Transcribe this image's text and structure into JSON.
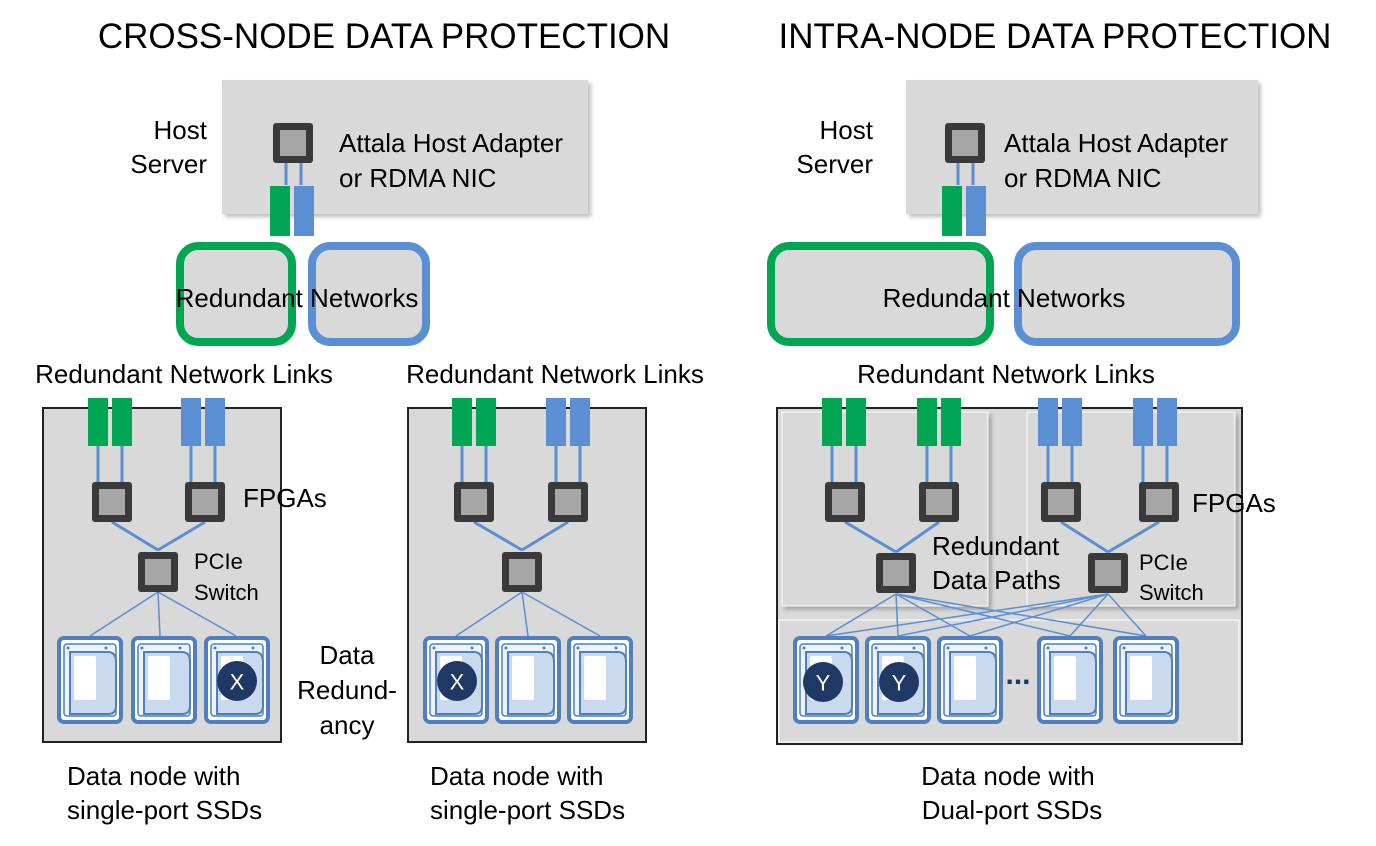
{
  "left": {
    "title": "CROSS-NODE DATA PROTECTION",
    "host_line1": "Host",
    "host_line2": "Server",
    "adapter_line1": "Attala Host Adapter",
    "adapter_line2": "or RDMA NIC",
    "networks": "Redundant Networks",
    "links_a": "Redundant Network Links",
    "links_b": "Redundant Network Links",
    "fpgas": "FPGAs",
    "pcie_line1": "PCIe",
    "pcie_line2": "Switch",
    "redundancy_line1": "Data",
    "redundancy_line2": "Redund-",
    "redundancy_line3": "ancy",
    "node_a_line1": "Data node with",
    "node_a_line2": "single-port SSDs",
    "node_b_line1": "Data node with",
    "node_b_line2": "single-port SSDs",
    "failed_mark": "X"
  },
  "right": {
    "title": "INTRA-NODE DATA PROTECTION",
    "host_line1": "Host",
    "host_line2": "Server",
    "adapter_line1": "Attala Host Adapter",
    "adapter_line2": "or RDMA NIC",
    "networks": "Redundant Networks",
    "links": "Redundant Network Links",
    "fpgas": "FPGAs",
    "paths_line1": "Redundant",
    "paths_line2": "Data Paths",
    "pcie_line1": "PCIe",
    "pcie_line2": "Switch",
    "ellipsis": "...",
    "node_line1": "Data node with",
    "node_line2": "Dual-port SSDs",
    "failed_mark": "Y"
  },
  "colors": {
    "green": "#00a651",
    "blue": "#5b8fd4",
    "panel": "#d9d9d9",
    "chip_dark": "#3a3a3a",
    "chip_light": "#a6a6a6",
    "mark_fill": "#1f3864",
    "ssd_outline": "#4f7fbf"
  }
}
